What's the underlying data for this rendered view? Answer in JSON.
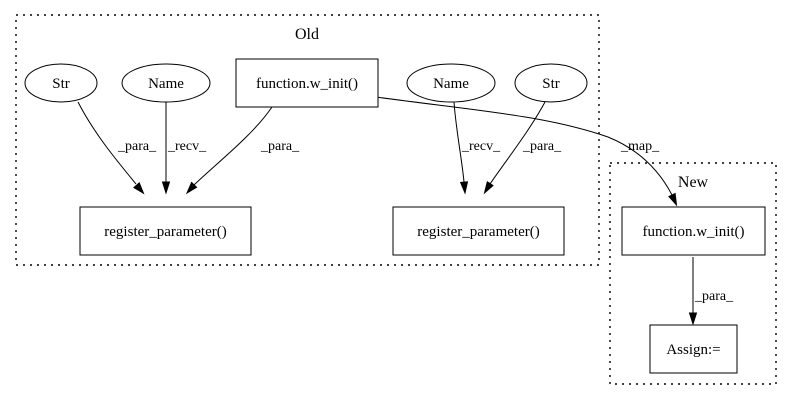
{
  "clusters": {
    "old": {
      "label": "Old"
    },
    "new": {
      "label": "New"
    }
  },
  "nodes": {
    "str_left": {
      "label": "Str"
    },
    "name_left": {
      "label": "Name"
    },
    "winit_old": {
      "label": "function.w_init()"
    },
    "name_right": {
      "label": "Name"
    },
    "str_right": {
      "label": "Str"
    },
    "regparam_left": {
      "label": "register_parameter()"
    },
    "regparam_right": {
      "label": "register_parameter()"
    },
    "winit_new": {
      "label": "function.w_init()"
    },
    "assign": {
      "label": "Assign:="
    }
  },
  "edges": {
    "e_str_left": {
      "label": "_para_"
    },
    "e_name_left": {
      "label": "_recv_"
    },
    "e_winit_reg": {
      "label": "_para_"
    },
    "e_name_right": {
      "label": "_recv_"
    },
    "e_str_right": {
      "label": "_para_"
    },
    "e_map": {
      "label": "_map_"
    },
    "e_winit_assign": {
      "label": "_para_"
    }
  }
}
